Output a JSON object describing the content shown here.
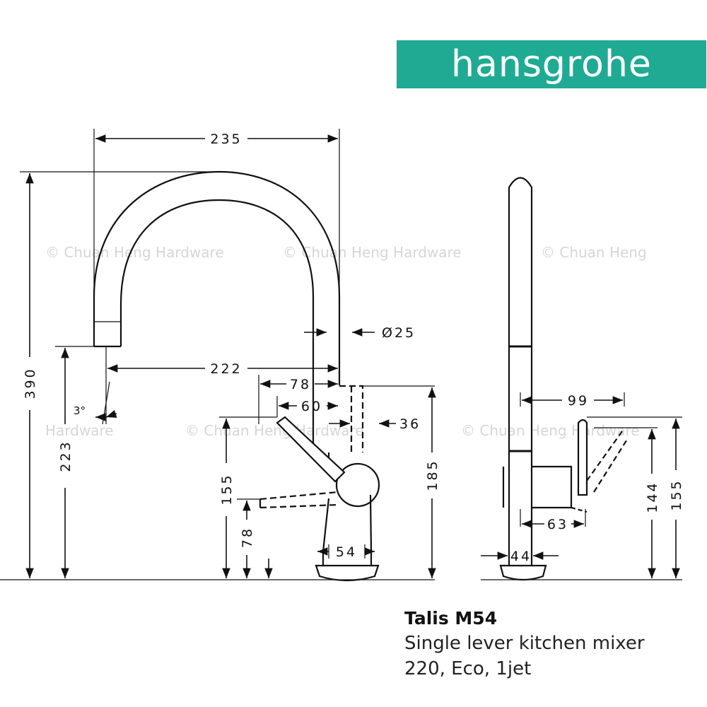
{
  "brand": {
    "name": "hansgrohe",
    "color": "#1faa93"
  },
  "product": {
    "model": "Talis M54",
    "description_line1": "Single lever kitchen mixer",
    "description_line2": "220, Eco, 1jet"
  },
  "watermarks": [
    "© Chuan Heng Hardware",
    "© Chuan Heng Hardware",
    "© Chuan Heng",
    "Hardware",
    "© Chuan Heng Hardware",
    "© Chuan Heng Hardware"
  ],
  "dimensions": {
    "front": {
      "width_spout": "235",
      "height_total": "390",
      "spout_diameter": "Ø25",
      "spout_reach": "222",
      "lever_reach_78": "78",
      "lever_reach_60": "60",
      "body_offset": "36",
      "spout_angle": "3°",
      "spout_outlet_height": "223",
      "lever_height": "155",
      "lever_low_height": "78",
      "body_height": "185",
      "base_diameter": "54"
    },
    "side": {
      "lever_depth": "99",
      "body_depth": "63",
      "base_width": "44",
      "lever_top_height": "144",
      "lever_height": "155"
    }
  }
}
